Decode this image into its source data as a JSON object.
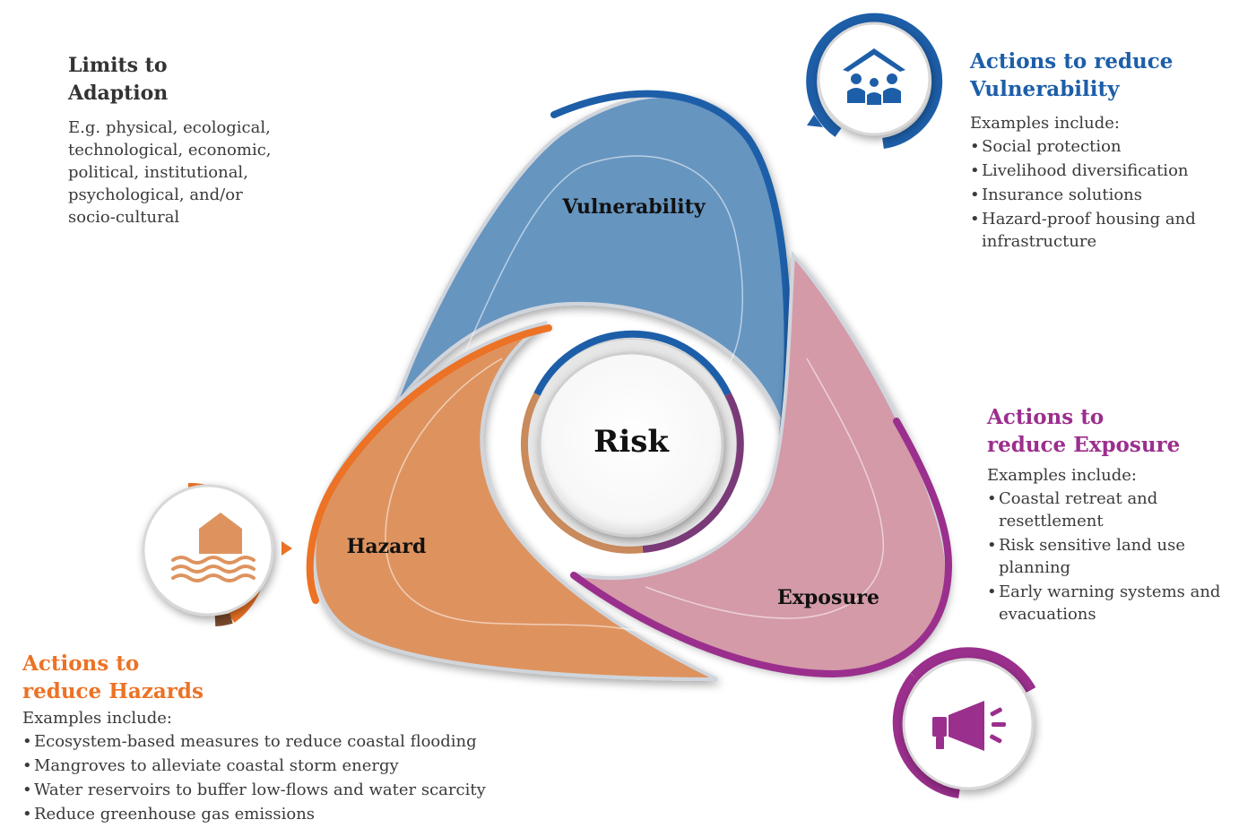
{
  "center": {
    "label": "Risk"
  },
  "lobes": {
    "vulnerability": "Vulnerability",
    "hazard": "Hazard",
    "exposure": "Exposure"
  },
  "limits": {
    "title_lines": [
      "Limits to",
      "Adaption"
    ],
    "desc_lines": [
      "E.g. physical, ecological,",
      "technological, economic,",
      "political, institutional,",
      "psychological, and/or",
      "socio-cultural"
    ]
  },
  "vulnerability_actions": {
    "title_lines": [
      "Actions to reduce",
      "Vulnerability"
    ],
    "lead": "Examples include:",
    "items": [
      "Social protection",
      "Livelihood diversification",
      "Insurance solutions",
      "Hazard-proof housing and infrastructure"
    ]
  },
  "exposure_actions": {
    "title_lines": [
      "Actions to",
      "reduce Exposure"
    ],
    "lead": "Examples include:",
    "items": [
      "Coastal retreat and resettlement",
      "Risk sensitive land use planning",
      "Early warning systems and evacuations"
    ]
  },
  "hazard_actions": {
    "title_lines": [
      "Actions to",
      "reduce Hazards"
    ],
    "lead": "Examples include:",
    "items": [
      "Ecosystem-based measures to reduce coastal flooding",
      "Mangroves to alleviate coastal storm energy",
      "Water reservoirs to buffer low-flows and water scarcity",
      "Reduce greenhouse gas emissions"
    ]
  },
  "icons": {
    "vulnerability": "people-shelter-icon",
    "hazard": "flooded-house-icon",
    "exposure": "megaphone-icon"
  },
  "colors": {
    "vulnerability": "#1d5ea8",
    "vulnerability_fill": "#6695c0",
    "exposure": "#9b2f8d",
    "exposure_fill": "#d49aa8",
    "hazard": "#ec7225",
    "hazard_fill": "#de935f",
    "text": "#333333"
  }
}
